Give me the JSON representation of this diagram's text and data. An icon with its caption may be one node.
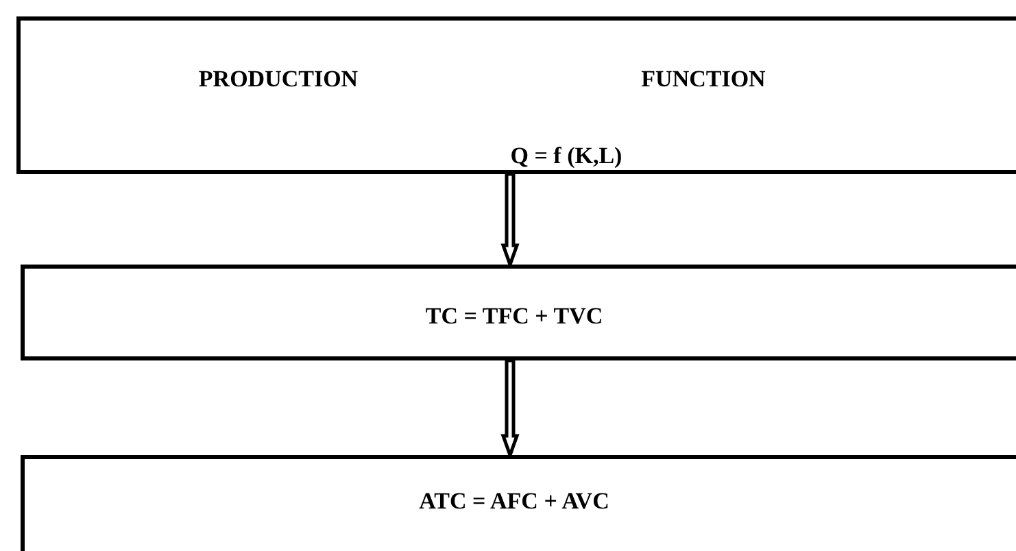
{
  "diagram": {
    "nodes": [
      {
        "text": [
          "PRODUCTION",
          "FUNCTION",
          "Q = f (K,L)"
        ]
      },
      {
        "text": [
          "TC = TFC + TVC"
        ]
      },
      {
        "text": [
          "ATC = AFC + AVC"
        ]
      }
    ],
    "edges": [
      {
        "from": 0,
        "to": 1,
        "arrow": "to"
      },
      {
        "from": 1,
        "to": 2,
        "arrow": "to"
      }
    ]
  }
}
